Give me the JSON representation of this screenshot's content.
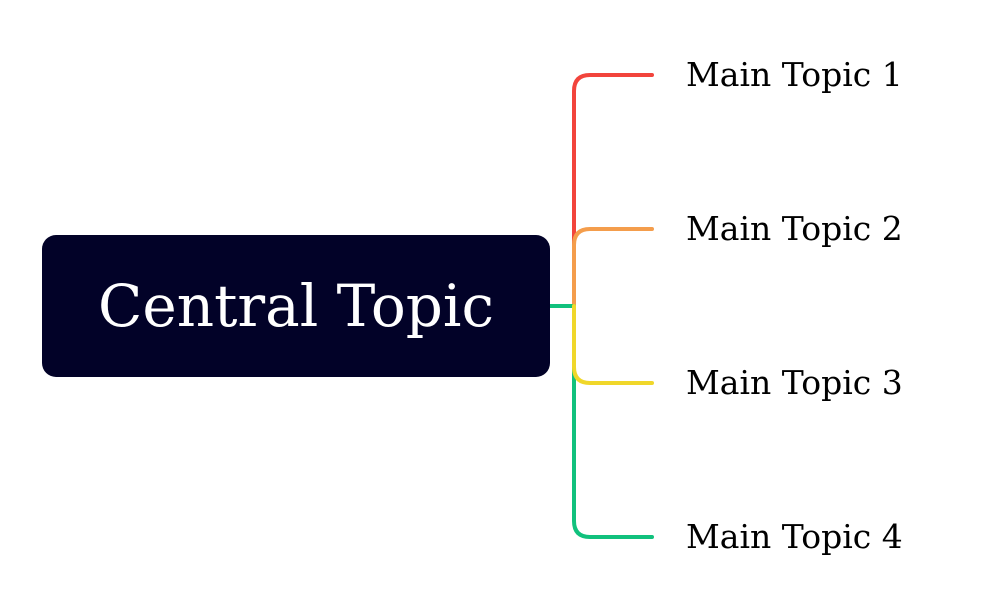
{
  "central": {
    "label": "Central Topic",
    "fill": "#020228"
  },
  "topics": [
    {
      "label": "Main Topic 1",
      "color": "#f2443c"
    },
    {
      "label": "Main Topic 2",
      "color": "#f49d4c"
    },
    {
      "label": "Main Topic 3",
      "color": "#f0d72a"
    },
    {
      "label": "Main Topic 4",
      "color": "#11c17d"
    }
  ]
}
